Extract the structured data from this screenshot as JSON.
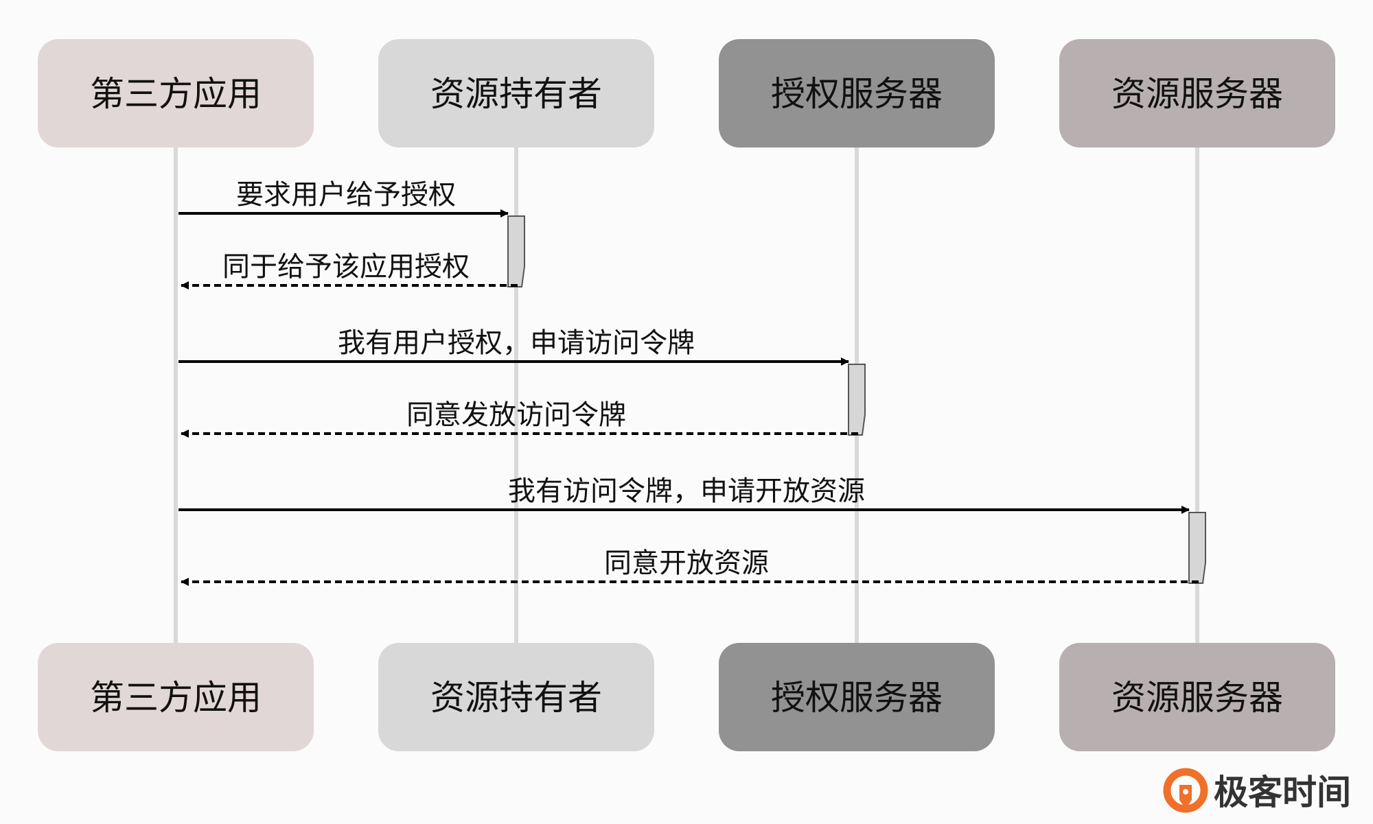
{
  "colors": {
    "background": "#fbfbfb",
    "lifeline": "#d9d9d9",
    "arrow": "#000000",
    "activation_fill": "#d6d6d6",
    "activation_stroke": "#555555",
    "brand_orange": "#f0702a"
  },
  "actors": [
    {
      "id": "client",
      "label": "第三方应用",
      "fill": "#e2d7d7"
    },
    {
      "id": "owner",
      "label": "资源持有者",
      "fill": "#d8d8d8"
    },
    {
      "id": "auth",
      "label": "授权服务器",
      "fill": "#929292"
    },
    {
      "id": "resource",
      "label": "资源服务器",
      "fill": "#b8b0b0"
    }
  ],
  "messages": [
    {
      "from": "client",
      "to": "owner",
      "label": "要求用户给予授权",
      "style": "solid"
    },
    {
      "from": "owner",
      "to": "client",
      "label": "同于给予该应用授权",
      "style": "dashed"
    },
    {
      "from": "client",
      "to": "auth",
      "label": "我有用户授权，申请访问令牌",
      "style": "solid"
    },
    {
      "from": "auth",
      "to": "client",
      "label": "同意发放访问令牌",
      "style": "dashed"
    },
    {
      "from": "client",
      "to": "resource",
      "label": "我有访问令牌，申请开放资源",
      "style": "solid"
    },
    {
      "from": "resource",
      "to": "client",
      "label": "同意开放资源",
      "style": "dashed"
    }
  ],
  "brand": {
    "logo_icon": "geektime-logo-icon",
    "name": "极客时间"
  }
}
